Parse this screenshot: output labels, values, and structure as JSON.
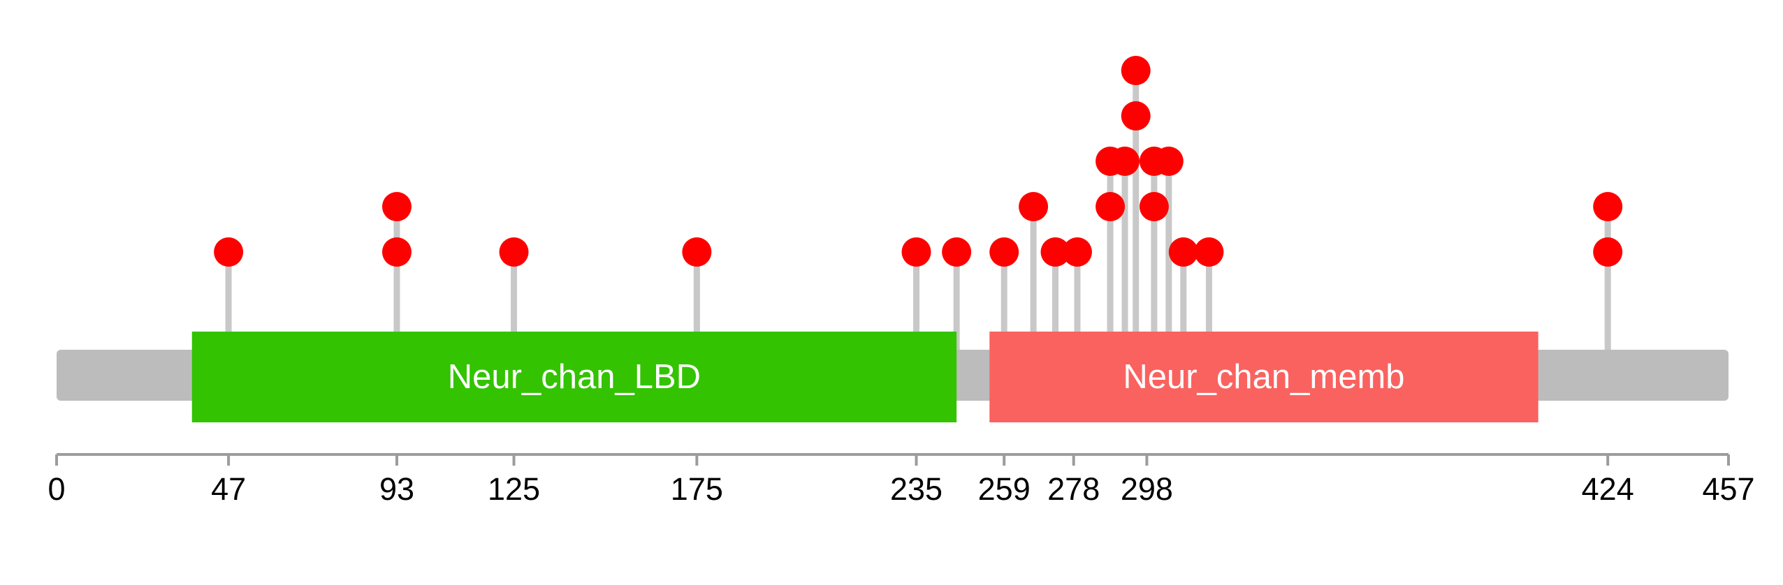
{
  "chart_data": {
    "type": "lollipop",
    "title": "",
    "xlabel": "",
    "ylabel": "",
    "protein_length": 457,
    "axis": {
      "min": 0,
      "max": 457,
      "ticks": [
        0,
        47,
        93,
        125,
        175,
        235,
        259,
        278,
        298,
        424,
        457
      ],
      "line_color": "#9c9c9c",
      "tick_label_color": "#000000"
    },
    "backbone": {
      "start": 0,
      "end": 457,
      "color": "#bcbcbc"
    },
    "stick_color": "#c8c8c8",
    "marker_color": "#fe0000",
    "domains": [
      {
        "name": "Neur_chan_LBD",
        "start": 37,
        "end": 246,
        "color": "#33c300",
        "text_color": "#ffffff"
      },
      {
        "name": "Neur_chan_memb",
        "start": 255,
        "end": 405,
        "color": "#fa625f",
        "text_color": "#ffffff"
      }
    ],
    "lollipops": [
      {
        "pos": 47,
        "top_level": 1,
        "count": 1
      },
      {
        "pos": 93,
        "top_level": 2,
        "count": 2
      },
      {
        "pos": 125,
        "top_level": 1,
        "count": 1
      },
      {
        "pos": 175,
        "top_level": 1,
        "count": 1
      },
      {
        "pos": 235,
        "top_level": 1,
        "count": 1
      },
      {
        "pos": 246,
        "top_level": 1,
        "count": 1
      },
      {
        "pos": 259,
        "top_level": 1,
        "count": 1
      },
      {
        "pos": 267,
        "top_level": 2,
        "count": 1
      },
      {
        "pos": 273,
        "top_level": 1,
        "count": 1
      },
      {
        "pos": 279,
        "top_level": 1,
        "count": 1
      },
      {
        "pos": 288,
        "top_level": 3,
        "count": 2
      },
      {
        "pos": 292,
        "top_level": 3,
        "count": 1
      },
      {
        "pos": 295,
        "top_level": 5,
        "count": 2
      },
      {
        "pos": 300,
        "top_level": 3,
        "count": 2
      },
      {
        "pos": 304,
        "top_level": 3,
        "count": 1
      },
      {
        "pos": 308,
        "top_level": 1,
        "count": 1
      },
      {
        "pos": 315,
        "top_level": 1,
        "count": 1
      },
      {
        "pos": 424,
        "top_level": 2,
        "count": 2
      }
    ]
  }
}
